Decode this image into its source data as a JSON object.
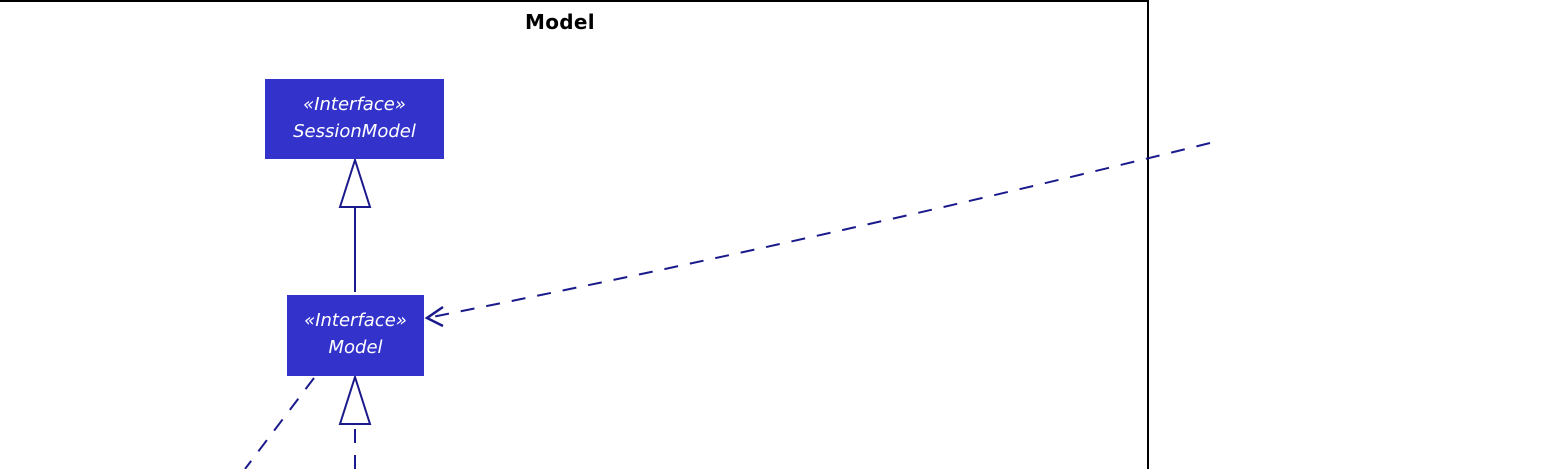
{
  "package": {
    "title": "Model"
  },
  "nodes": {
    "session_model": {
      "stereotype": "«Interface»",
      "name": "SessionModel"
    },
    "model": {
      "stereotype": "«Interface»",
      "name": "Model"
    }
  },
  "colors": {
    "box_fill": "#3333cc",
    "box_text": "#ffffff",
    "edge": "#1a1a8c",
    "frame": "#000000"
  }
}
